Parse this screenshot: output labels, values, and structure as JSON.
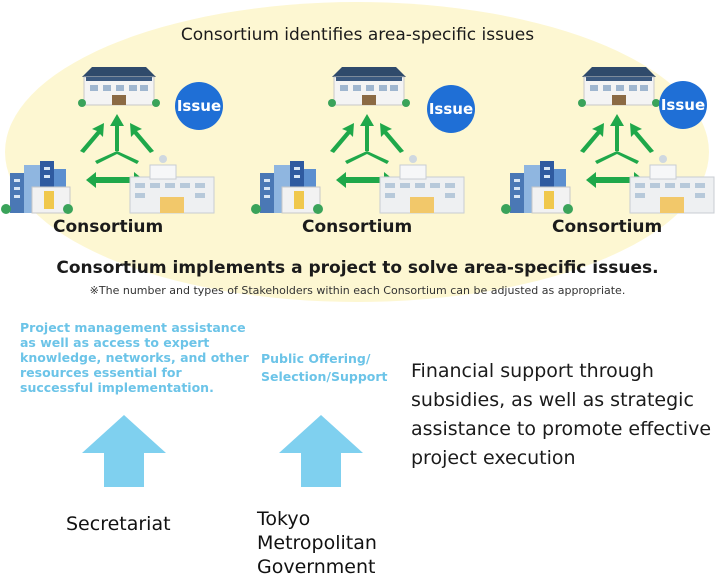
{
  "header": {
    "title": "Consortium identifies area-specific issues"
  },
  "groups": [
    {
      "issue_label": "Issue",
      "consortium_label": "Consortium"
    },
    {
      "issue_label": "Issue",
      "consortium_label": "Consortium"
    },
    {
      "issue_label": "Issue",
      "consortium_label": "Consortium"
    }
  ],
  "statement": {
    "main": "Consortium implements a project to solve area-specific issues.",
    "note": "※The number and types of Stakeholders within each Consortium can be adjusted as appropriate."
  },
  "secretariat": {
    "support_lines": [
      "Project management assistance",
      "as well as access to expert",
      "knowledge, networks, and other",
      "resources essential for",
      "successful implementation."
    ],
    "name": "Secretariat"
  },
  "government": {
    "support_lines": [
      "Public Offering/",
      "Selection/Support"
    ],
    "name_lines": [
      "Tokyo",
      "Metropolitan",
      "Government"
    ]
  },
  "financial": {
    "lines": [
      "Financial support through",
      "subsidies, as well as strategic",
      "assistance to promote effective",
      "project execution"
    ]
  },
  "colors": {
    "ellipse": "#fdf7d2",
    "issue": "#1f6fd6",
    "green_arrow": "#1fa84a",
    "blue_text": "#6cc4e8",
    "blue_arrow": "#7fd0ef"
  }
}
